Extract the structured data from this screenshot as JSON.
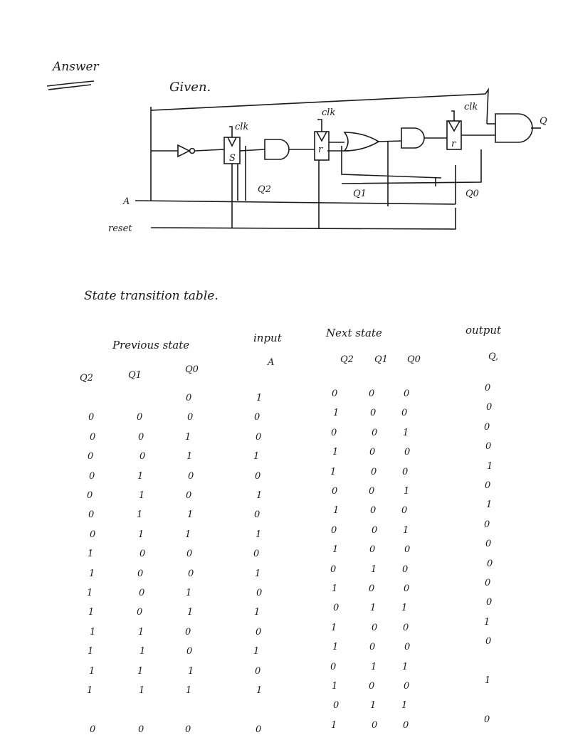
{
  "heading": "Answer",
  "given": "Given.",
  "circuit": {
    "input_a": "A",
    "reset": "reset",
    "clk1": "clk",
    "clk2": "clk",
    "clk3": "clk",
    "ff1": "S",
    "ff2": "r",
    "ff3": "r",
    "q2": "Q2",
    "q1": "Q1",
    "q0": "Q0",
    "out": "Q"
  },
  "table_title": "State transition table.",
  "headers": {
    "previous_state": "Previous state",
    "input": "input",
    "next_state": "Next state",
    "output": "output",
    "q2": "Q2",
    "q1": "Q1",
    "q0": "Q0",
    "a": "A",
    "nq2": "Q2",
    "nq1": "Q1",
    "nq0": "Q0",
    "out": "Q,"
  },
  "rows": [
    [
      "",
      "",
      "0",
      "1",
      "0",
      "0",
      "0",
      "0"
    ],
    [
      "0",
      "0",
      "0",
      "0",
      "1",
      "0",
      "0",
      "0"
    ],
    [
      "0",
      "0",
      "1",
      "0",
      "0",
      "0",
      "1",
      "0"
    ],
    [
      "0",
      "0",
      "1",
      "1",
      "1",
      "0",
      "0",
      "0"
    ],
    [
      "0",
      "1",
      "0",
      "0",
      "1",
      "0",
      "0",
      "1"
    ],
    [
      "0",
      "1",
      "0",
      "1",
      "0",
      "0",
      "1",
      "0"
    ],
    [
      "0",
      "1",
      "1",
      "0",
      "1",
      "0",
      "0",
      "1"
    ],
    [
      "0",
      "1",
      "1",
      "1",
      "0",
      "0",
      "1",
      "0"
    ],
    [
      "1",
      "0",
      "0",
      "0",
      "1",
      "0",
      "0",
      "0"
    ],
    [
      "1",
      "0",
      "0",
      "1",
      "0",
      "1",
      "0",
      "0"
    ],
    [
      "1",
      "0",
      "1",
      "0",
      "1",
      "0",
      "0",
      "0"
    ],
    [
      "1",
      "0",
      "1",
      "1",
      "0",
      "1",
      "1",
      "0"
    ],
    [
      "1",
      "1",
      "0",
      "0",
      "1",
      "0",
      "0",
      "1"
    ],
    [
      "1",
      "1",
      "0",
      "1",
      "1",
      "0",
      "0",
      "0"
    ],
    [
      "1",
      "1",
      "1",
      "0",
      "0",
      "1",
      "1",
      ""
    ],
    [
      "1",
      "1",
      "1",
      "1",
      "1",
      "0",
      "0",
      "1"
    ],
    [
      "",
      "",
      "",
      "",
      "0",
      "1",
      "1",
      ""
    ],
    [
      "0",
      "0",
      "0",
      "0",
      "1",
      "0",
      "0",
      "0"
    ]
  ]
}
